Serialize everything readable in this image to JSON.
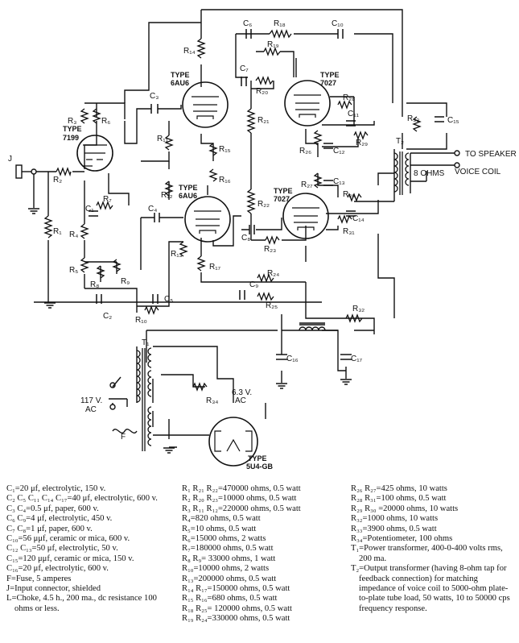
{
  "tubes": {
    "t7199": {
      "label": "TYPE",
      "name": "7199"
    },
    "t6au6a": {
      "label": "TYPE",
      "name": "6AU6"
    },
    "t6au6b": {
      "label": "TYPE",
      "name": "6AU6"
    },
    "t7027a": {
      "label": "TYPE",
      "name": "7027"
    },
    "t7027b": {
      "label": "TYPE",
      "name": "7027"
    },
    "t5u4": {
      "label": "TYPE",
      "name": "5U4-GB"
    }
  },
  "labels": {
    "J": "J",
    "F": "F",
    "T1": "T₁",
    "T2": "T₂",
    "R1": "R₁",
    "R2": "R₂",
    "R3": "R₃",
    "R4": "R₄",
    "R5": "R₅",
    "R6": "R₆",
    "R7": "R₇",
    "R8": "R₈",
    "R9": "R₉",
    "R10": "R₁₀",
    "R11": "R₁₁",
    "R12": "R₁₂",
    "R13": "R₁₃",
    "R14": "R₁₄",
    "R15": "R₁₅",
    "R16": "R₁₆",
    "R17": "R₁₇",
    "R18": "R₁₈",
    "R19": "R₁₉",
    "R20": "R₂₀",
    "R21": "R₂₁",
    "R22": "R₂₂",
    "R23": "R₂₃",
    "R24": "R₂₄",
    "R25": "R₂₅",
    "R26": "R₂₆",
    "R27": "R₂₇",
    "R28": "R₂₈",
    "R29": "R₂₉",
    "R30": "R₃₀",
    "R31": "R₃₁",
    "R32": "R₃₂",
    "R33": "R₃₃",
    "R34": "R₃₄",
    "C1": "C₁",
    "C2": "C₂",
    "C3": "C₃",
    "C4": "C₄",
    "C5": "C₅",
    "C6": "C₆",
    "C7": "C₇",
    "C8": "C₈",
    "C9": "C₉",
    "C10": "C₁₀",
    "C11": "C₁₁",
    "C12": "C₁₂",
    "C13": "C₁₃",
    "C14": "C₁₄",
    "C15": "C₁₅",
    "C16": "C₁₆",
    "C17": "C₁₇",
    "speaker1": "TO SPEAKER",
    "speaker2": "VOICE COIL",
    "ohms8": "8 OHMS",
    "ac1": "117 V.",
    "ac2": "AC",
    "fil1": "6.3 V.",
    "fil2": "AC"
  },
  "parts_list": {
    "col1": [
      "C₁=20 μf, electrolytic, 150 v.",
      "C₂ C₅ C₁₁ C₁₄ C₁₇=40 μf, electrolytic, 600 v.",
      "C₃ C₄=0.5 μf, paper, 600 v.",
      "C₆ C₉=4 μf, electrolytic, 450 v.",
      "C₇ C₈=1 μf, paper, 600 v.",
      "C₁₀=56 μμf, ceramic or mica, 600 v.",
      "C₁₂ C₁₃=50 μf, electrolytic, 50 v.",
      "C₁₅=120 μμf, ceramic or mica, 150 v.",
      "C₁₆=20 μf, electrolytic, 600 v.",
      "F=Fuse, 5 amperes",
      "J=Input connector, shielded",
      "L=Choke, 4.5 h., 200 ma., dc resistance 100 ohms or less."
    ],
    "col2": [
      "R₁ R₂₁ R₂₂=470000 ohms, 0.5 watt",
      "R₂ R₂₀ R₂₃=10000 ohms, 0.5 watt",
      "R₃ R₁₁ R₁₂=220000 ohms, 0.5 watt",
      "R₄=820 ohms, 0.5 watt",
      "R₅=10 ohms, 0.5 watt",
      "R₆=15000 ohms, 2 watts",
      "R₇=180000 ohms, 0.5 watt",
      "R₈ R₉= 33000 ohms, 1 watt",
      "R₁₀=10000 ohms, 2 watts",
      "R₁₃=200000 ohms, 0.5 watt",
      "R₁₄ R₁₇=150000 ohms, 0.5 watt",
      "R₁₅ R₁₆=680 ohms, 0.5 watt",
      "R₁₈ R₂₅= 120000 ohms, 0.5 watt",
      "R₁₉ R₂₄=330000 ohms, 0.5 watt"
    ],
    "col3": [
      "R₂₆ R₂₇=425 ohms, 10 watts",
      "R₂₈ R₃₁=100 ohms, 0.5 watt",
      "R₂₉ R₃₀ =20000 ohms, 10 watts",
      "R₃₂=1000 ohms, 10 watts",
      "R₃₃=3900 ohms, 0.5 watt",
      "R₃₄=Potentiometer, 100 ohms",
      "T₁=Power transformer, 400-0-400 volts rms, 200 ma.",
      "T₂=Output transformer (having 8-ohm tap for feedback connection) for matching impedance of voice coil to 5000-ohm plate-to-plate tube load, 50 watts, 10 to 50000 cps frequency response."
    ]
  }
}
